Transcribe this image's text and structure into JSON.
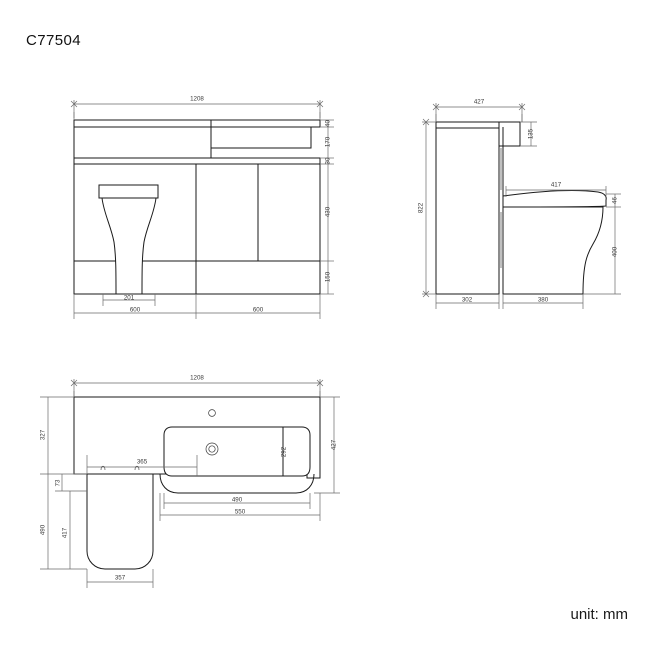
{
  "document": {
    "product_code": "C77504",
    "unit_note": "unit: mm"
  },
  "views": {
    "front_elevation": {
      "name": "front-elevation",
      "dimensions": {
        "overall_width": "1208",
        "top_trim_height": "40",
        "upper_panel_height": "170",
        "counter_thickness": "30",
        "door_height": "430",
        "plinth_height": "150",
        "toilet_base_width": "201",
        "left_module_width": "600",
        "right_module_width": "600"
      }
    },
    "side_elevation": {
      "name": "side-elevation",
      "dimensions": {
        "top_depth": "427",
        "basin_recess_height": "135",
        "overall_height": "822",
        "toilet_depth": "417",
        "seat_thickness": "46",
        "toilet_height": "400",
        "cabinet_depth": "302",
        "pan_projection": "380"
      }
    },
    "plan_view": {
      "name": "plan-view",
      "dimensions": {
        "overall_width": "1208",
        "counter_depth_left": "327",
        "counter_depth_right": "427",
        "toilet_recess_width": "365",
        "offset_step": "73",
        "toilet_total_depth": "490",
        "seat_depth": "417",
        "seat_width": "357",
        "basin_inner_width": "490",
        "basin_outer_width": "550",
        "basin_depth": "292"
      }
    }
  }
}
